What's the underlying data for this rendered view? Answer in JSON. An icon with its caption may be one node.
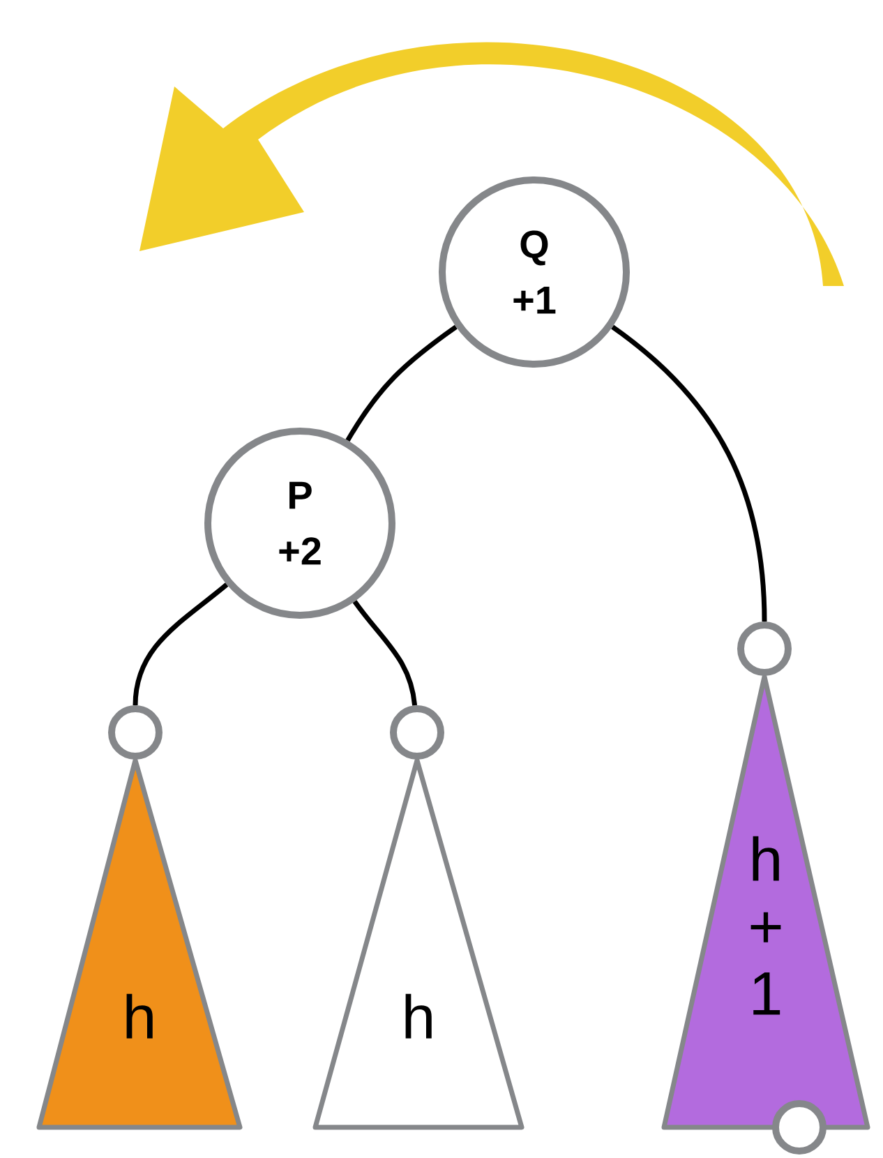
{
  "diagram": {
    "nodes": [
      {
        "text": [
          "Q",
          "+1"
        ]
      },
      {
        "text": [
          "P",
          "+2"
        ]
      },
      {
        "text": [],
        "shape": "circle"
      },
      {
        "text": [],
        "shape": "circle"
      },
      {
        "text": [],
        "shape": "circle"
      },
      {
        "text": [
          "h"
        ]
      },
      {
        "text": [
          "h"
        ]
      },
      {
        "text": [
          "h + 1"
        ]
      },
      {
        "text": [],
        "shape": "circle"
      }
    ],
    "edges": [
      {
        "from": 0,
        "to": 1,
        "arrow": "none"
      },
      {
        "from": 0,
        "to": 2,
        "arrow": "none"
      },
      {
        "from": 1,
        "to": 3,
        "arrow": "none"
      },
      {
        "from": 1,
        "to": 4,
        "arrow": "none"
      }
    ]
  }
}
